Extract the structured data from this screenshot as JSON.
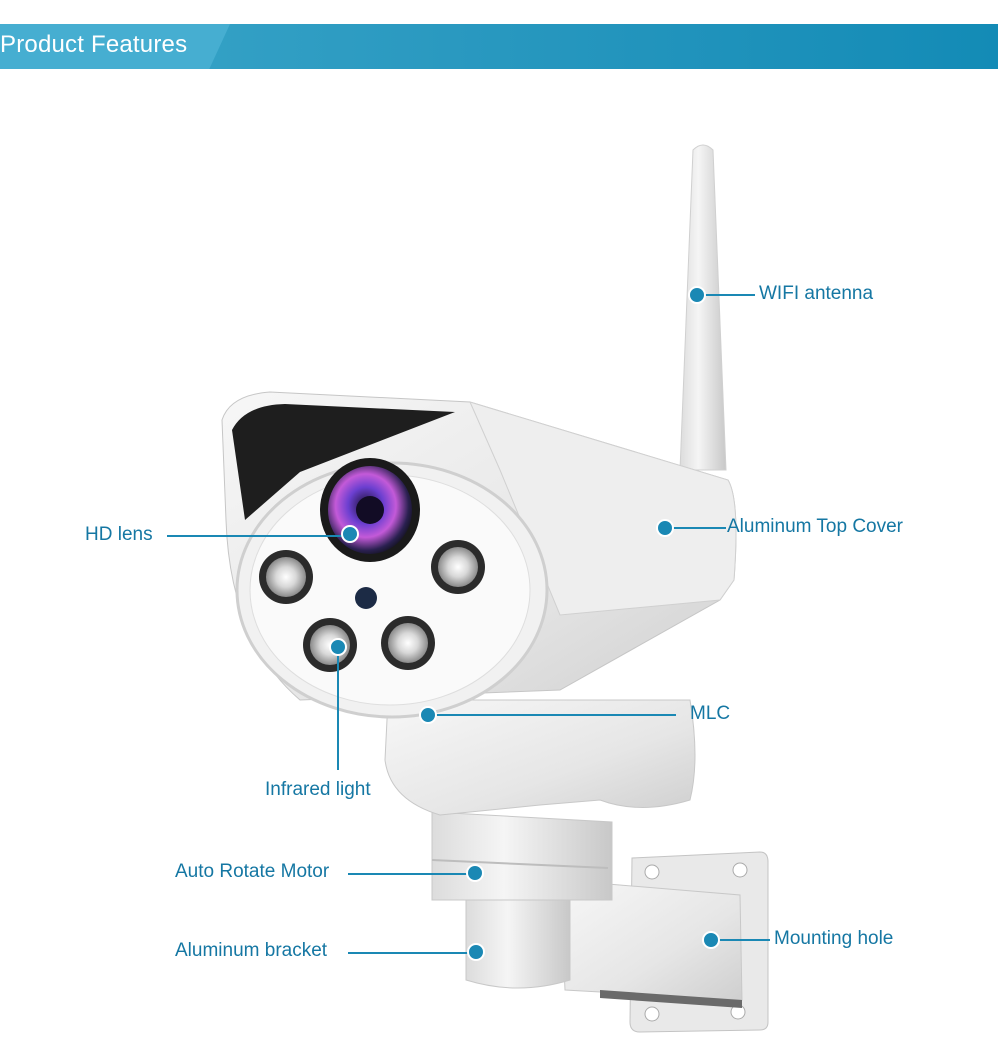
{
  "header": {
    "title": "Product Features"
  },
  "callouts": {
    "wifi_antenna": "WIFI antenna",
    "hd_lens": "HD lens",
    "top_cover": "Aluminum Top Cover",
    "mlc": "MLC",
    "infrared_light": "Infrared light",
    "rotate_motor": "Auto Rotate Motor",
    "bracket": "Aluminum bracket",
    "mounting_hole": "Mounting hole"
  },
  "colors": {
    "accent": "#1577a3",
    "header": "#1a8fba",
    "dot": "#1a88b4"
  }
}
